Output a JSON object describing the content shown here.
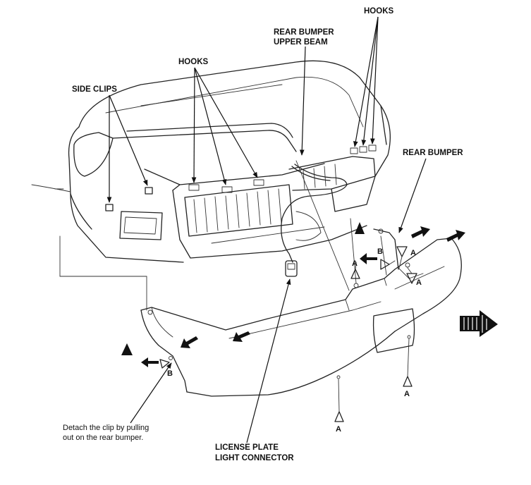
{
  "labels": {
    "hooks_top": "HOOKS",
    "rear_bumper_upper_beam_line1": "REAR BUMPER",
    "rear_bumper_upper_beam_line2": "UPPER BEAM",
    "hooks_mid": "HOOKS",
    "side_clips": "SIDE CLIPS",
    "rear_bumper": "REAR BUMPER",
    "license_line1": "LICENSE PLATE",
    "license_line2": "LIGHT CONNECTOR",
    "note_line1": "Detach the clip by pulling",
    "note_line2": "out on the rear bumper."
  },
  "markers": {
    "a": "A",
    "b": "B"
  },
  "colors": {
    "ink": "#111111",
    "paper": "#ffffff"
  }
}
